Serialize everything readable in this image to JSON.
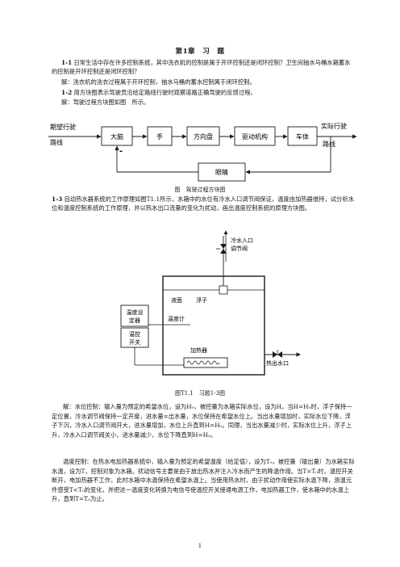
{
  "doc": {
    "title": "第1章　习　题",
    "q1_1": {
      "number": "1-1",
      "text": "日常生活中存在许多控制系统，其中洗衣机的控制是属于开环控制还是闭环控制？卫生间抽水马桶水箱蓄水的控制是开环控制还是闭环控制？",
      "answer": "解：洗衣机的洗衣过程属于开环控制，抽水马桶的蓄水控制属于闭环控制。"
    },
    "q1_2": {
      "number": "1-2",
      "text": "用方块图表示驾驶员沿给定路线行驶时观察道路正确驾驶的反馈过程。",
      "answer": "解：驾驶过程方块图如图　所示。"
    },
    "diagram1": {
      "input_line1": "期望行驶",
      "input_line2": "路线",
      "output_line1": "实际行驶",
      "output_line2": "路线",
      "blocks": [
        "大脑",
        "手",
        "方向盘",
        "驱动机构",
        "车体"
      ],
      "feedback_block": "眼睛",
      "minus_sign": "-",
      "caption": "图　驾驶过程方块图"
    },
    "q1_3": {
      "number": "1-3",
      "text": "自动热水器系统的工作原理如图T1.1所示，水箱中的水位有冷水入口调节阀保证，温度由加热器维持，试分析水位和温度控制系统的工作原理，并以热水出口流量的变化为扰动，画出温度控制系统的原理方块图。"
    },
    "diagram2": {
      "cold_inlet_line1": "冷水入口",
      "cold_inlet_line2": "调节阀",
      "water_surface": "液面",
      "float": "浮子",
      "thermometer": "温度计",
      "temp_setter_line1": "温度设",
      "temp_setter_line2": "定器",
      "temp_switch_line1": "温控",
      "temp_switch_line2": "开关",
      "heater": "加热器",
      "hot_outlet": "热出水口",
      "caption": "图T1.1　习题1-3图"
    },
    "answer_level": "解：水位控制：输入量为预定的希望水位，设为H₀，被控量为水箱实际水位，设为H。当H=H₀时，浮子保持一定位置，冷水调节阀保持一定开度，进水量=出水量，水位保持在希望水位上。当出水量增加时，实际水位下降，浮子下沉，冷水入口调节阀开大，进水量增加，水位上升直到H=H₀。同理，当出水量减少时，实际水位上升，浮子上升，冷水入口调节阀关小，进水量减少，水位下降直到H=H₀。",
    "answer_temp": "温度控制：在热水电加热器系统中，输入量为预定的希望温度（给定值），设为T₀，被控量（输出量）为水箱实际水温，设为T，控制对象为水箱。扰动信号主要是由于放出热水并注入冷水而产生的降温作用。当T=T₀时，温控开关断开，电加热器不工作，此时水箱中水温保持在希望水温上。当使用热水时，由于扰动作用使实际水温下降，测温元件感受T<T₀的变化，并把这一温度变化转换为电信号使温控开关接通电源工作，电加热器工作，使水箱中的水温上升，直到T=T₀为止。",
    "page_number": "1"
  }
}
